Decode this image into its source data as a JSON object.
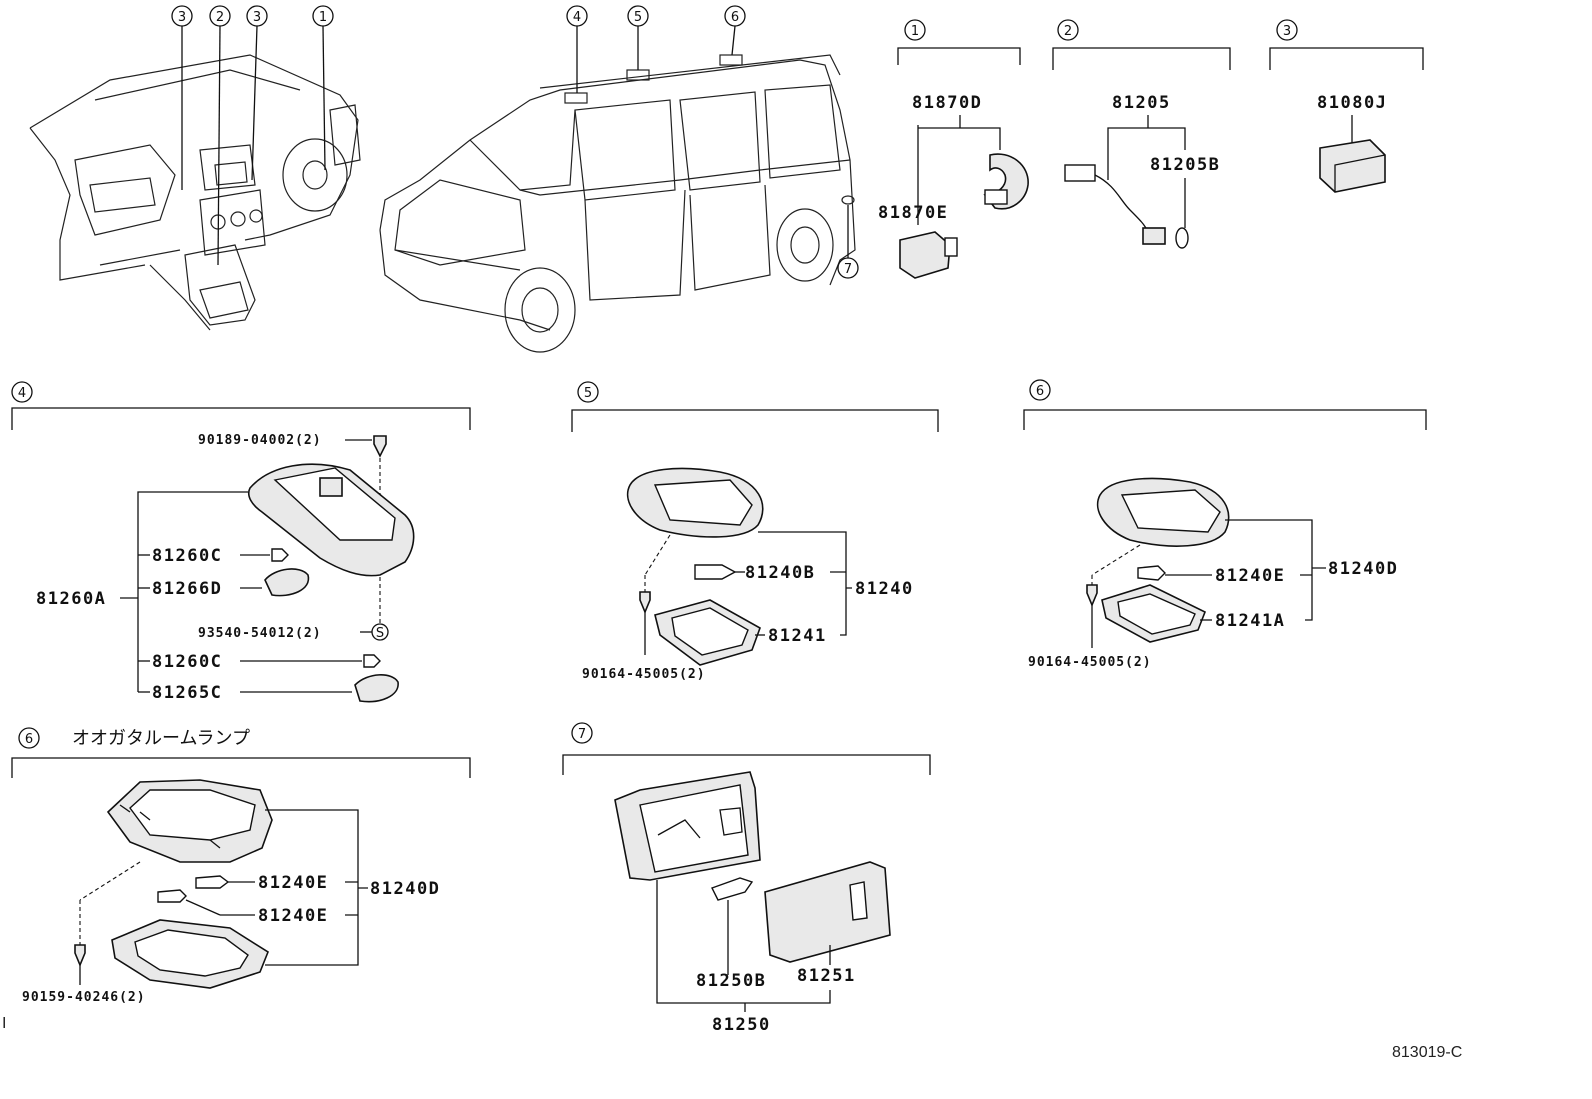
{
  "overview_callouts": [
    "3",
    "2",
    "3",
    "1",
    "4",
    "5",
    "6",
    "7"
  ],
  "sections": {
    "s1": {
      "num": "1",
      "parts": [
        "81870D",
        "81870E"
      ]
    },
    "s2": {
      "num": "2",
      "parts": [
        "81205",
        "81205B"
      ]
    },
    "s3": {
      "num": "3",
      "parts": [
        "81080J"
      ]
    },
    "s4": {
      "num": "4",
      "parts": [
        "90189-04002(2)",
        "81260C",
        "81266D",
        "81260A",
        "93540-54012(2)",
        "81260C",
        "81265C"
      ],
      "screw_mark": "S"
    },
    "s5": {
      "num": "5",
      "parts": [
        "81240B",
        "81240",
        "81241",
        "90164-45005(2)"
      ]
    },
    "s6": {
      "num": "6",
      "parts": [
        "81240E",
        "81240D",
        "81241A",
        "90164-45005(2)"
      ]
    },
    "s6b": {
      "num": "6",
      "title": "オオガタルームランプ",
      "parts": [
        "81240E",
        "81240D",
        "81240E",
        "90159-40246(2)"
      ]
    },
    "s7": {
      "num": "7",
      "parts": [
        "81250B",
        "81251",
        "81250"
      ]
    }
  },
  "margin_mark": "I",
  "drawing_ref": "813019-C"
}
